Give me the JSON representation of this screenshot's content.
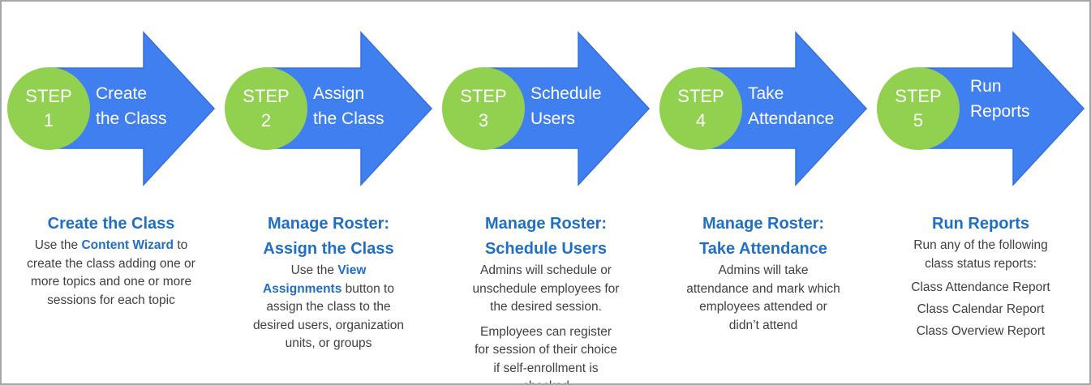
{
  "colors": {
    "arrow_fill": "#3f7ff0",
    "arrow_stroke": "#3570d8",
    "badge_fill": "#92d050",
    "title_blue": "#1f6fc5",
    "body_text": "#404040",
    "frame": "#a6a6a6"
  },
  "steps": [
    {
      "badge": {
        "word": "STEP",
        "number": "1"
      },
      "arrow_lines": [
        "Create",
        "the Class"
      ],
      "title_lines": [
        "Create the Class"
      ],
      "desc": {
        "pre": "Use the ",
        "link": "Content Wizard",
        "post": " to create the class adding one or more topics and one or more sessions for each topic"
      }
    },
    {
      "badge": {
        "word": "STEP",
        "number": "2"
      },
      "arrow_lines": [
        "Assign",
        "the Class"
      ],
      "title_lines": [
        "Manage Roster:",
        "Assign the Class"
      ],
      "desc": {
        "pre": "Use the ",
        "link": "View Assignments",
        "post": " button to assign the class to the desired users, organization units, or groups"
      }
    },
    {
      "badge": {
        "word": "STEP",
        "number": "3"
      },
      "arrow_lines": [
        "Schedule",
        "Users"
      ],
      "title_lines": [
        "Manage Roster:",
        "Schedule Users"
      ],
      "paragraphs": [
        "Admins will schedule or unschedule employees for the desired session.",
        "Employees can register for session of their choice if self-enrollment is checked"
      ]
    },
    {
      "badge": {
        "word": "STEP",
        "number": "4"
      },
      "arrow_lines": [
        "Take",
        "Attendance"
      ],
      "title_lines": [
        "Manage Roster:",
        "Take Attendance"
      ],
      "paragraphs": [
        "Admins will take attendance and mark which employees attended or didn’t attend"
      ]
    },
    {
      "badge": {
        "word": "STEP",
        "number": "5"
      },
      "arrow_lines": [
        "Run",
        "Reports"
      ],
      "title_lines": [
        "Run Reports"
      ],
      "paragraphs": [
        "Run any of the following class status reports:"
      ],
      "reports": [
        "Class Attendance Report",
        "Class Calendar Report",
        "Class Overview Report"
      ]
    }
  ]
}
